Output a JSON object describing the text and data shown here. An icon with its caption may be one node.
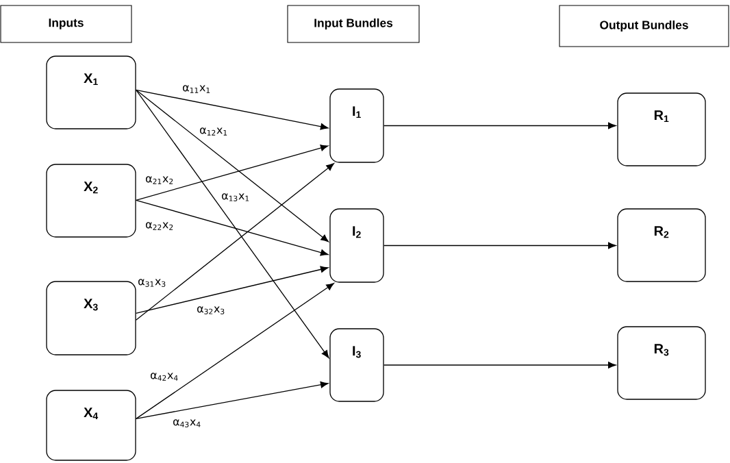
{
  "diagram": {
    "nodes": [
      {
        "text": [
          "Inputs"
        ]
      },
      {
        "text": [
          "Input Bundles"
        ]
      },
      {
        "text": [
          "Output Bundles"
        ]
      },
      {
        "text": [
          "X$_{1}$"
        ]
      },
      {
        "text": [
          "X$_{2}$"
        ]
      },
      {
        "text": [
          "X$_{3}$"
        ]
      },
      {
        "text": [
          "X$_{4}$"
        ]
      },
      {
        "text": [
          "I$_{1}$"
        ]
      },
      {
        "text": [
          "I$_{2}$"
        ]
      },
      {
        "text": [
          "I$_{3}$"
        ]
      },
      {
        "text": [
          "R$_{1}$"
        ]
      },
      {
        "text": [
          "R$_{2}$"
        ]
      },
      {
        "text": [
          "R$_{3}$"
        ]
      }
    ],
    "edges": [
      {
        "from": 3,
        "to": 7,
        "arrow": "to",
        "label": "α$_{11}$x$_{1}$"
      },
      {
        "from": 3,
        "to": 8,
        "arrow": "to",
        "label": "α$_{12}$x$_{1}$"
      },
      {
        "from": 3,
        "to": 9,
        "arrow": "to",
        "label": "α$_{13}$x$_{1}$"
      },
      {
        "from": 4,
        "to": 7,
        "arrow": "to",
        "label": "α$_{21}$x$_{2}$"
      },
      {
        "from": 4,
        "to": 8,
        "arrow": "to",
        "label": "α$_{22}$x$_{2}$"
      },
      {
        "from": 5,
        "to": 7,
        "arrow": "to",
        "label": "α$_{31}$x$_{3}$"
      },
      {
        "from": 5,
        "to": 8,
        "arrow": "to",
        "label": "α$_{32}$x$_{3}$"
      },
      {
        "from": 6,
        "to": 8,
        "arrow": "to",
        "label": "α$_{42}$x$_{4}$"
      },
      {
        "from": 6,
        "to": 9,
        "arrow": "to",
        "label": "α$_{43}$x$_{4}$"
      },
      {
        "from": 7,
        "to": 10,
        "arrow": "to"
      },
      {
        "from": 8,
        "to": 11,
        "arrow": "to"
      },
      {
        "from": 9,
        "to": 12,
        "arrow": "to"
      }
    ]
  }
}
